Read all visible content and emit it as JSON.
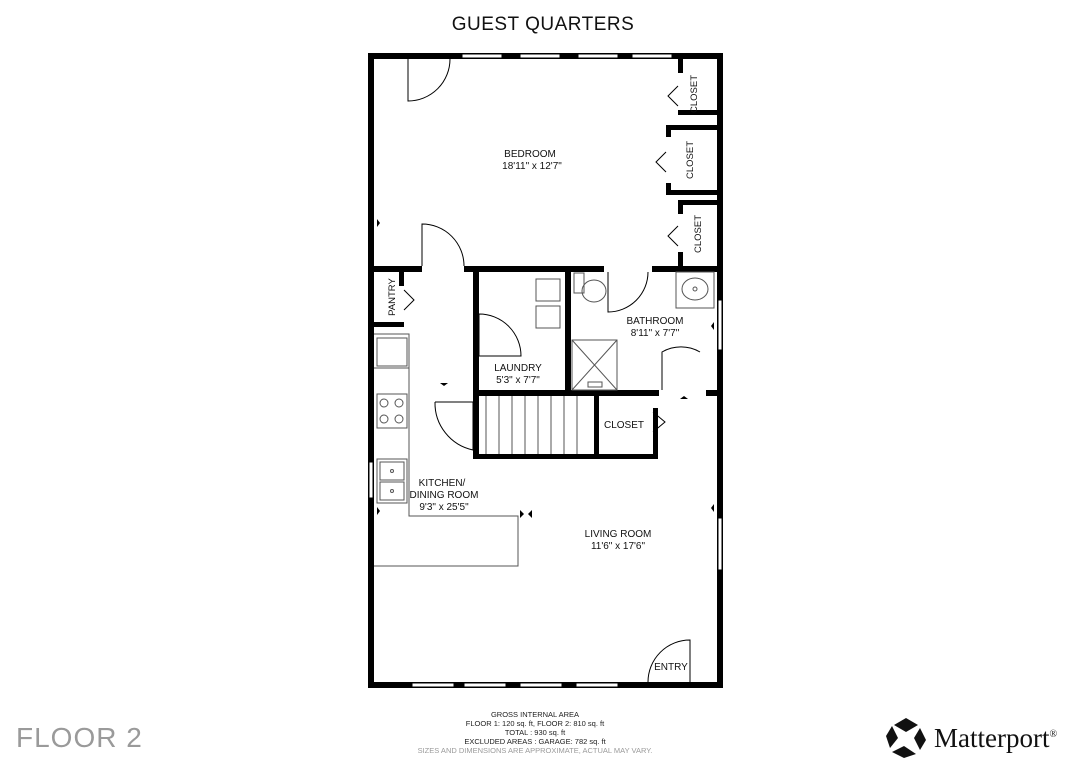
{
  "title": "GUEST QUARTERS",
  "floor_label": "FLOOR 2",
  "rooms": {
    "bedroom": {
      "name": "BEDROOM",
      "dims": "18'11\" x 12'7\""
    },
    "closet_1": {
      "name": "CLOSET"
    },
    "closet_2": {
      "name": "CLOSET"
    },
    "closet_3": {
      "name": "CLOSET"
    },
    "pantry": {
      "name": "PANTRY"
    },
    "laundry": {
      "name": "LAUNDRY",
      "dims": "5'3\" x 7'7\""
    },
    "bathroom": {
      "name": "BATHROOM",
      "dims": "8'11\" x 7'7\""
    },
    "closet_4": {
      "name": "CLOSET"
    },
    "kitchen": {
      "name_line1": "KITCHEN/",
      "name_line2": "DINING ROOM",
      "dims": "9'3\" x 25'5\""
    },
    "living": {
      "name": "LIVING ROOM",
      "dims": "11'6\" x 17'6\""
    },
    "entry": {
      "name": "ENTRY"
    }
  },
  "area_summary": {
    "heading": "GROSS INTERNAL AREA",
    "floors": "FLOOR 1: 120 sq. ft, FLOOR 2: 810 sq. ft",
    "total": "TOTAL : 930 sq. ft",
    "excluded": "EXCLUDED AREAS : GARAGE: 782 sq. ft",
    "note": "SIZES AND DIMENSIONS ARE APPROXIMATE, ACTUAL MAY VARY."
  },
  "brand": {
    "name": "Matterport",
    "mark": "®",
    "logo_icon": "matterport-cube-icon"
  },
  "colors": {
    "wall": "#000000",
    "fixture": "#555555",
    "floor_label": "#9a9a9a"
  }
}
